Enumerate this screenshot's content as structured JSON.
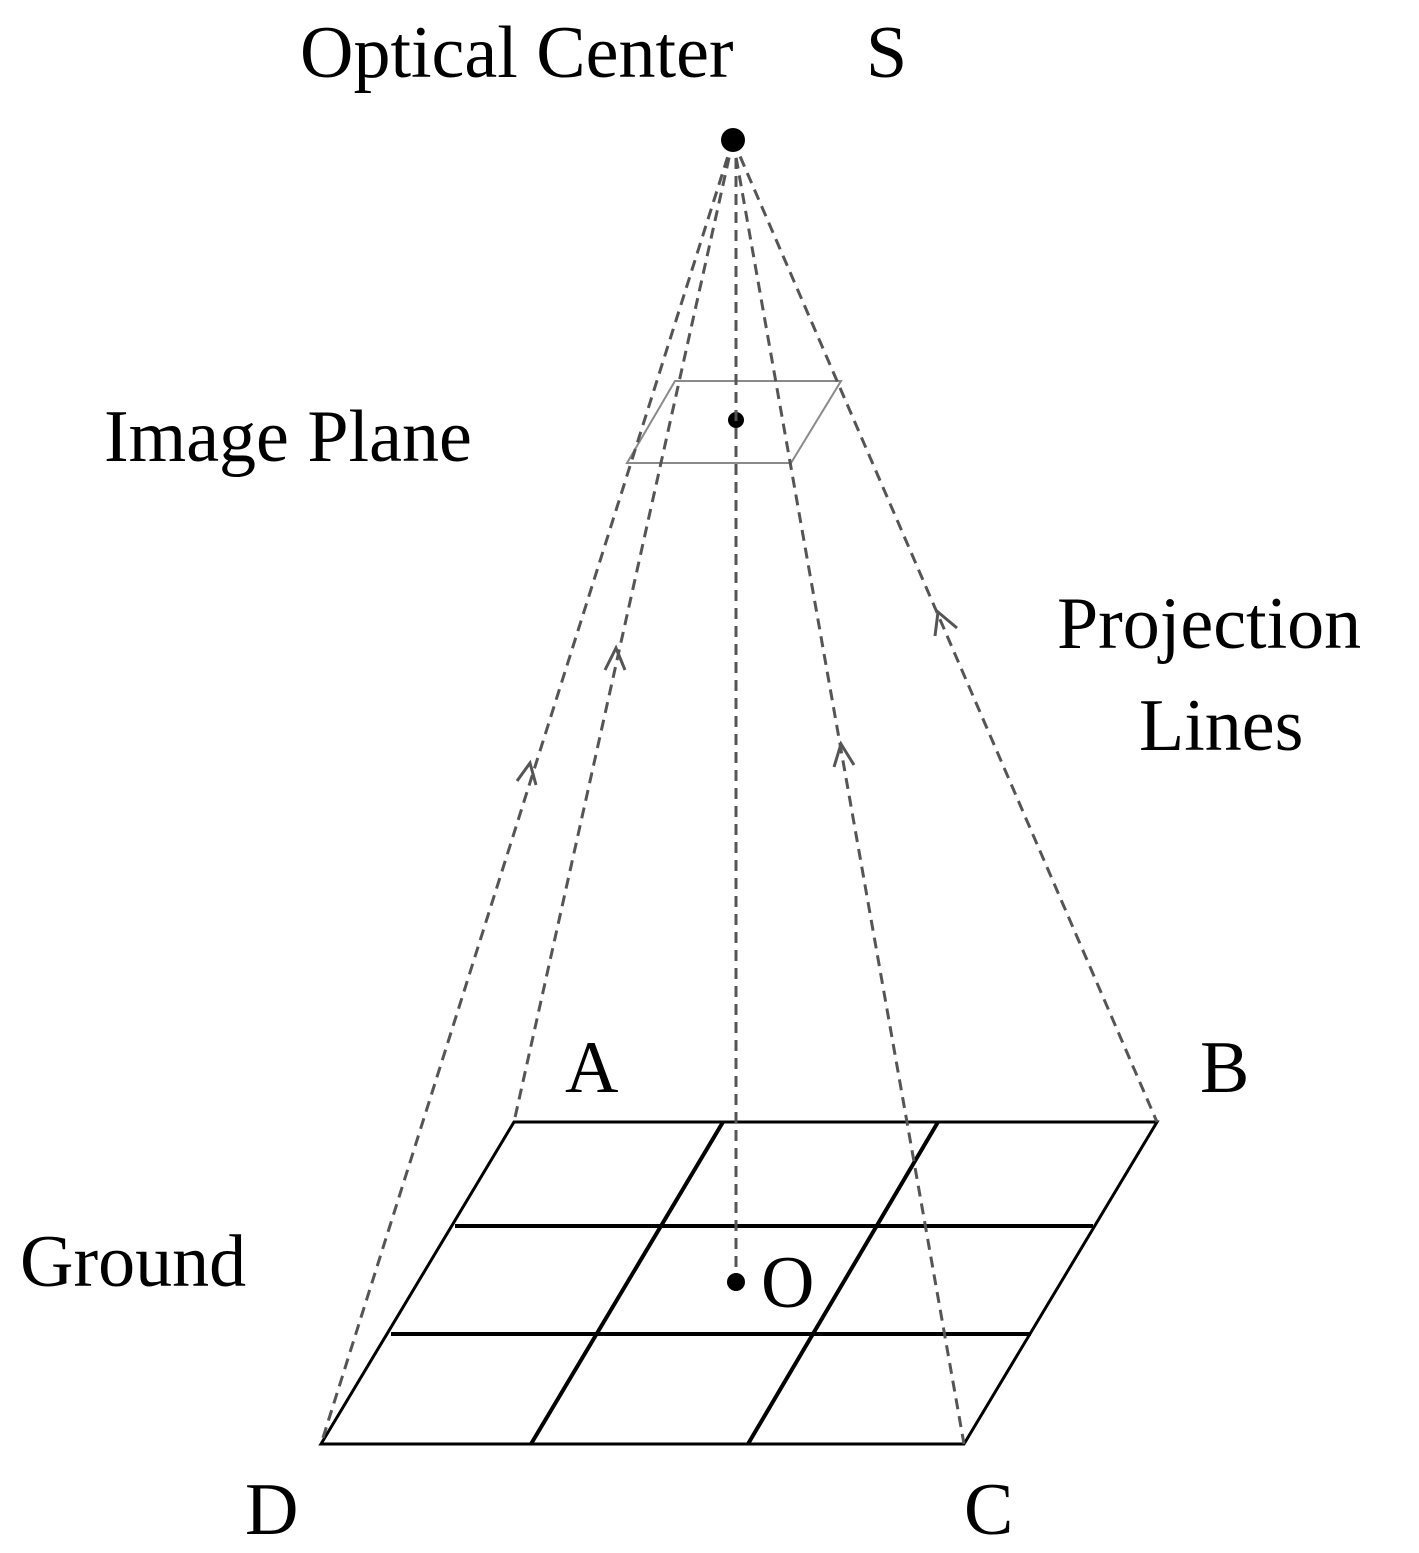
{
  "labels": {
    "optical_center": "Optical Center",
    "s": "S",
    "image_plane": "Image Plane",
    "projection_line1": "Projection",
    "projection_line2": "Lines",
    "a": "A",
    "b": "B",
    "ground": "Ground",
    "o": "O",
    "d": "D",
    "c": "C"
  },
  "colors": {
    "ink": "#000000",
    "projection_line": "#555555",
    "image_plane_outline": "#8a8a8a"
  }
}
